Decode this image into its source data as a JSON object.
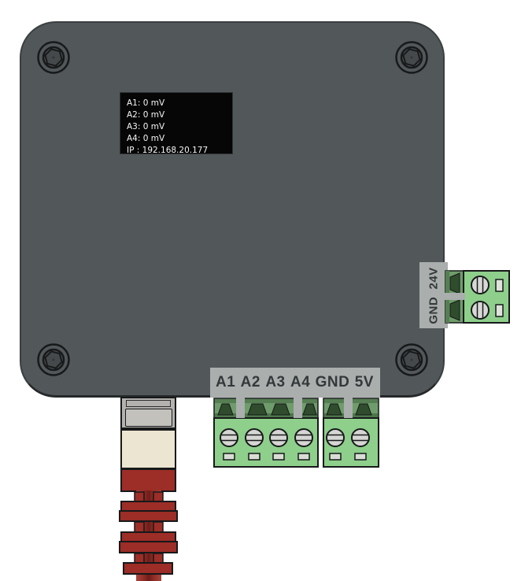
{
  "illustration": {
    "display": {
      "lines": [
        "A1: 0 mV",
        "A2: 0 mV",
        "A3: 0 mV",
        "A4: 0 mV",
        "IP : 192.168.20.177"
      ]
    },
    "bottom_terminals": {
      "labels": [
        "A1",
        "A2",
        "A3",
        "A4",
        "GND",
        "5V"
      ]
    },
    "side_terminal": {
      "label": "GND  24V"
    },
    "colors": {
      "enclosure": "#525759",
      "label_strip": "#aaaead",
      "terminal_green": "#8ecf8b",
      "connector_dark_green": "#2f4c2d",
      "cable_red": "#9c2d27",
      "plug_cream": "#ebe5d1",
      "plug_metal": "#b4b2ae",
      "display_bg": "#060606",
      "display_text": "#f5f5f5"
    }
  }
}
